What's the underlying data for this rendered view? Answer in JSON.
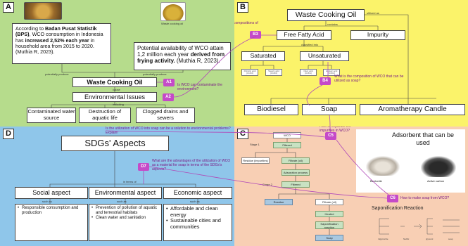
{
  "panel_a": {
    "label": "A",
    "info_left_pre": "According to",
    "info_left_src": "Badan Pusat Statistik (BPS)",
    "info_left_mid": ", WCO consumption in Indonesia has",
    "info_left_inc": "increased 2,52% each year",
    "info_left_post": "in household area from 2015 to 2020. (Muthia R, 2023).",
    "info_right_pre": "Potential availability of WCO attain 1,2 million each year",
    "info_right_bold": "derived from frying activity.",
    "info_right_post": "(Muthia R, 2023).",
    "photo_caption": "Waste cooking oil",
    "potentially_left": "potentially produce",
    "potentially_right": "potentially produce",
    "central": "Waste Cooking Oil",
    "cause": "cause",
    "issues": "Environmental Issues",
    "including": "including",
    "effects": [
      "Contaminated water source",
      "Destruction of aquatic life",
      "Clogged drains and sewers"
    ],
    "q_a1": "A1",
    "q_a2": "A2",
    "q_a1_text": "Is WCO can contaminate the environment?"
  },
  "panel_b": {
    "label": "B",
    "title": "Waste Cooking Oil",
    "utilized_as": "utilized as",
    "contains": "contains",
    "ffa": "Free Fatty Acid",
    "impurity": "Impurity",
    "classified": "classified into",
    "saturated": "Saturated",
    "unsaturated": "Unsaturated",
    "products": [
      "Biodiesel",
      "Soap",
      "Aromatherapy Candle"
    ],
    "tiny_boxes": [
      "Palmitic acid (C16:0)",
      "Stearic acid (C18:0)",
      "Oleic acid (C18:1)",
      "Linoleic acid (C18:2)"
    ],
    "q_b3": "B3",
    "q_b4": "B4",
    "q_b3_text": "What are the compositions of WCO?",
    "q_b4_text": "What is the composition of WCO that can be utilized as soap?"
  },
  "panel_c": {
    "label": "C",
    "flow": {
      "wco": "WCO",
      "stage1": "Stage 1",
      "stage2": "Stage 2",
      "filtered": "Filtered",
      "residue": "Residue (impurities)",
      "filtrate_oil": "Filtrate (oil)",
      "adsorption": "Adsorption process",
      "filtered2": "Filtered",
      "residue2": "Residue",
      "filtrate_oil2": "Filtrate (oil)",
      "heated": "Heated",
      "saponification": "Saponification reaction",
      "soap": "Soap"
    },
    "adsorbent_title": "Adsorbent that can be used",
    "adsorbents": [
      "Bentonite",
      "Active carbon"
    ],
    "q_c5": "C5",
    "q_c6": "C6",
    "q_c5_text": "How to separate the impurities in WCO?",
    "q_c6_text": "How to make soap from WCO?",
    "saponification_title": "Saponification Reaction",
    "reaction_labels": [
      "triglyceride",
      "NaOH",
      "glycerol",
      "soap"
    ]
  },
  "panel_d": {
    "label": "D",
    "title": "SDGs' Aspects",
    "q_d7": "D7",
    "q_top_text": "Is the utilization of WCO into soap can be a solution to environmental problems? Explain!",
    "q_d7_text": "What are the advantages of the utilization of WCO as a material for soap in terms of the SDGs's aspects?",
    "in_terms_of": "in terms of",
    "aspects": [
      "Social aspect",
      "Environmental aspect",
      "Economic aspect"
    ],
    "such_as": "such as",
    "social_items": [
      "Responsible consumption and production"
    ],
    "env_items": [
      "Prevention of pollution of aquatic and terrestrial habitats",
      "Clean water and sanitation"
    ],
    "econ_items": [
      "Affordable and clean energy",
      "Sustainable cities and communities"
    ]
  },
  "colors": {
    "panel_a": "#b6dc8c",
    "panel_b": "#fbf36a",
    "panel_c": "#f8cfb4",
    "panel_d": "#8fc6ea",
    "question_node": "#c54ac8",
    "question_line": "#b04ab8"
  }
}
